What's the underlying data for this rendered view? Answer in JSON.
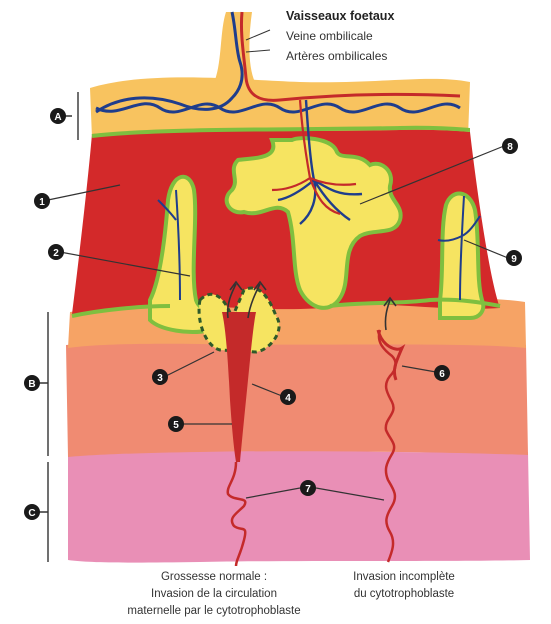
{
  "vessels": {
    "title": "Vaisseaux foetaux",
    "vein": "Veine ombilicale",
    "arteries": "Artères ombilicales"
  },
  "regions": [
    "A",
    "B",
    "C"
  ],
  "markers": [
    "1",
    "2",
    "3",
    "4",
    "5",
    "6",
    "7",
    "8",
    "9"
  ],
  "captions": {
    "normal": [
      "Grossesse normale :",
      "Invasion de la circulation",
      "maternelle par le cytotrophoblaste"
    ],
    "incomplete": [
      "Invasion incomplète",
      "du cytotrophoblaste"
    ]
  },
  "colors": {
    "chorionic_plate": "#f8c35f",
    "intervillous_blood": "#d22a26",
    "villus": "#f6e461",
    "villus_border": "#7fbf3f",
    "decidua": "#f4a36c",
    "myometrium_top": "#f08a78",
    "myometrium": "#ed879e",
    "artery": "#c42a2a",
    "vein": "#1f3d8c"
  }
}
